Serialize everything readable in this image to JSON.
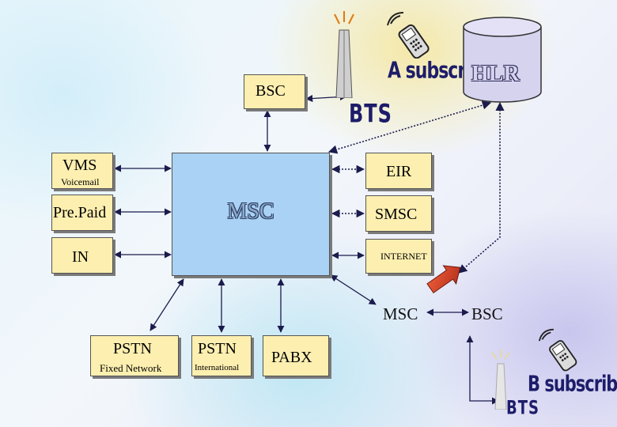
{
  "nodes": {
    "bsc_top": "BSC",
    "hlr": "HLR",
    "a_subscriber": "A subscriber",
    "bts_top": "BTS",
    "vms": {
      "label": "VMS",
      "sub": "Voicemail"
    },
    "prepaid": "Pre.Paid",
    "in": "IN",
    "msc_core": "MSC",
    "eir": "EIR",
    "smsc": "SMSC",
    "internet": "INTERNET",
    "msc_b": "MSC",
    "bsc_b": "BSC",
    "pstn_fixed": {
      "label": "PSTN",
      "sub": "Fixed Network"
    },
    "pstn_intl": {
      "label": "PSTN",
      "sub": "International"
    },
    "pabx": "PABX",
    "b_subscriber": "B subscriber",
    "bts_bottom": "BTS"
  },
  "colors": {
    "box_fill": "#fcefb0",
    "msc_fill": "#a9d2f4",
    "hlr_fill": "#d6d3ef",
    "arrow_link": "#b02a1a"
  },
  "icons": [
    "antenna-tower-icon",
    "mobile-phone-icon",
    "database-cylinder-icon",
    "red-arrow-icon"
  ]
}
